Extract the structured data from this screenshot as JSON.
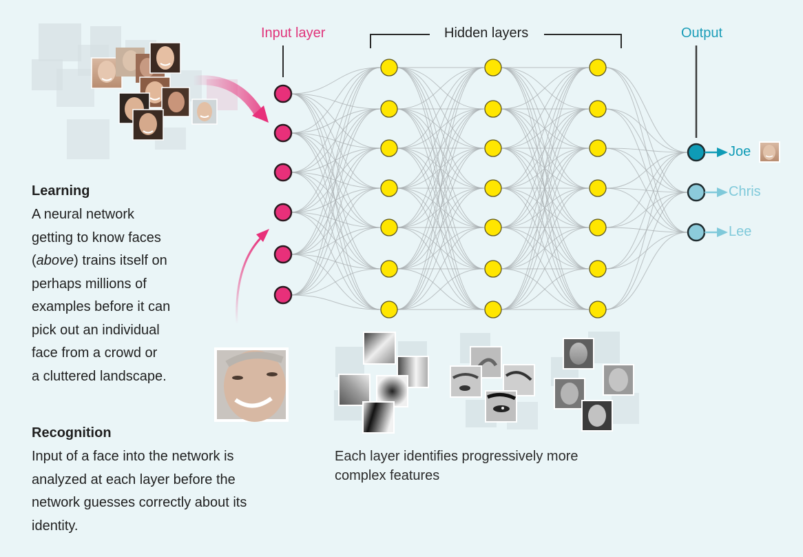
{
  "labels": {
    "input_layer": "Input layer",
    "hidden_layers": "Hidden layers",
    "output": "Output"
  },
  "learning": {
    "title": "Learning",
    "body_before_italic": "A neural network\ngetting to know faces\n(",
    "italic": "above",
    "body_after_italic": ") trains itself on\nperhaps millions of\nexamples before it can\npick out an individual\nface from a crowd or\na cluttered landscape."
  },
  "recognition": {
    "title": "Recognition",
    "body": "Input of a face into the network is\nanalyzed at each layer before the\nnetwork guesses correctly about its\nidentity."
  },
  "caption": "Each layer identifies progressively more\ncomplex features",
  "network": {
    "layers": [
      {
        "name": "input",
        "nodes": 6,
        "color": "#e8307a"
      },
      {
        "name": "hidden-1",
        "nodes": 7,
        "color": "#ffe600"
      },
      {
        "name": "hidden-2",
        "nodes": 7,
        "color": "#ffe600"
      },
      {
        "name": "hidden-3",
        "nodes": 7,
        "color": "#ffe600"
      },
      {
        "name": "output",
        "nodes": 3,
        "color": "#8ccbdb"
      }
    ],
    "outputs": [
      {
        "label": "Joe",
        "color": "#0e9bb6",
        "active": true
      },
      {
        "label": "Chris",
        "color": "#7fc9da",
        "active": false
      },
      {
        "label": "Lee",
        "color": "#7fc9da",
        "active": false
      }
    ]
  },
  "colors": {
    "input_accent": "#e0337a",
    "output_accent": "#1a9db8",
    "background": "#eaf5f7",
    "connection": "#a8aeb0"
  },
  "feature_groups": [
    "edges",
    "facial-parts",
    "faces"
  ]
}
